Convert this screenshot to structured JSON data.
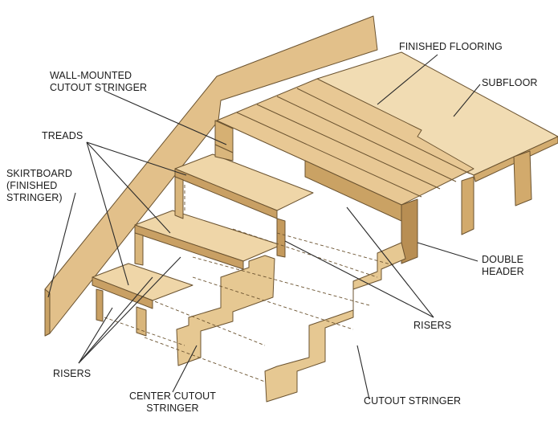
{
  "labels": {
    "finished_flooring": "FINISHED FLOORING",
    "subfloor": "SUBFLOOR",
    "wall_mounted_stringer": [
      "WALL-MOUNTED",
      "CUTOUT STRINGER"
    ],
    "treads": "TREADS",
    "skirtboard": [
      "SKIRTBOARD",
      "(FINISHED",
      "STRINGER)"
    ],
    "double_header": [
      "DOUBLE",
      "HEADER"
    ],
    "risers_right": "RISERS",
    "risers_left": "RISERS",
    "center_stringer": [
      "CENTER CUTOUT",
      "STRINGER"
    ],
    "cutout_stringer": "CUTOUT STRINGER"
  },
  "colors": {
    "wood_light": "#ecd3a3",
    "wood_mid": "#d9b67c",
    "wood_dark": "#c49a5c",
    "outline": "#6b5330"
  }
}
